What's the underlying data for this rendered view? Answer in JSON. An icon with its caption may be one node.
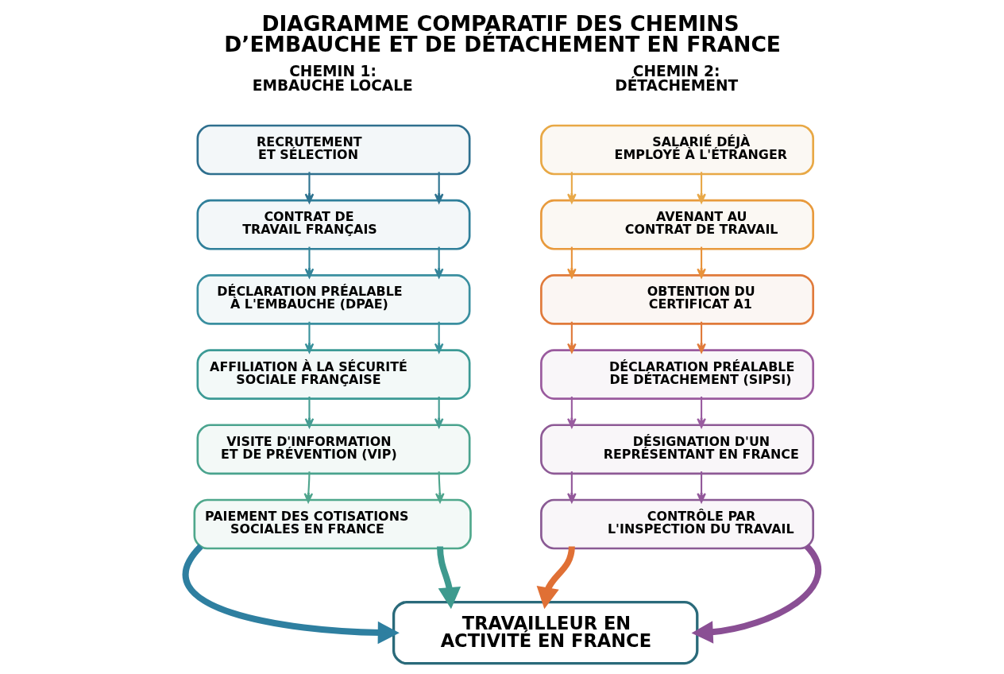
{
  "diagram": {
    "title": "DIAGRAMME COMPARATIF DES CHEMINS D’EMBAUCHE ET DE DÉTACHEMENT EN FRANCE",
    "nodes": [
      {
        "text": [
          "RECRUTEMENT ET SÉLECTION"
        ]
      },
      {
        "text": [
          "CONTRAT DE TRAVAIL FRANÇAIS"
        ]
      },
      {
        "text": [
          "DÉCLARATION PRÉALABLE À L'EMBAUCHE (DPAE)"
        ]
      },
      {
        "text": [
          "AFFILIATION À LA SÉCURITÉ SOCIALE FRANÇAISE"
        ]
      },
      {
        "text": [
          "VISITE D'INFORMATION ET DE PRÉVENTION (VIP)"
        ]
      },
      {
        "text": [
          "PAIEMENT DES COTISATIONS SOCIALES EN FRANCE"
        ]
      },
      {
        "text": [
          "SALARIÉ DÉJÀ EMPLOYÉ À L'ÉTRANGER"
        ]
      },
      {
        "text": [
          "AVENANT AU CONTRAT DE TRAVAIL"
        ]
      },
      {
        "text": [
          "OBTENTION DU CERTIFICAT A1"
        ]
      },
      {
        "text": [
          "DÉCLARATION PRÉALABLE DE DÉTACHEMENT (SIPSI)"
        ]
      },
      {
        "text": [
          "DÉSIGNATION D'UN REPRÉSENTANT EN FRANCE"
        ]
      },
      {
        "text": [
          "CONTRÔLE PAR L'INSPECTION DU TRAVAIL"
        ]
      },
      {
        "text": [
          "TRAVAILLEUR EN ACTIVITÉ EN FRANCE"
        ]
      }
    ],
    "edges": [
      {
        "from": 0,
        "to": 1,
        "arrow": "to",
        "color": "#2e7390"
      },
      {
        "from": 0,
        "to": 1,
        "arrow": "to",
        "color": "#2e7390"
      },
      {
        "from": 1,
        "to": 2,
        "arrow": "to",
        "color": "#338499"
      },
      {
        "from": 1,
        "to": 2,
        "arrow": "to",
        "color": "#338499"
      },
      {
        "from": 2,
        "to": 3,
        "arrow": "to",
        "color": "#3a929c"
      },
      {
        "from": 2,
        "to": 3,
        "arrow": "to",
        "color": "#3a929c"
      },
      {
        "from": 3,
        "to": 4,
        "arrow": "to",
        "color": "#459c92"
      },
      {
        "from": 3,
        "to": 4,
        "arrow": "to",
        "color": "#459c92"
      },
      {
        "from": 4,
        "to": 5,
        "arrow": "to",
        "color": "#4fa58d"
      },
      {
        "from": 4,
        "to": 5,
        "arrow": "to",
        "color": "#4fa58d"
      },
      {
        "from": 6,
        "to": 7,
        "arrow": "to",
        "color": "#e8a848"
      },
      {
        "from": 6,
        "to": 7,
        "arrow": "to",
        "color": "#e8a848"
      },
      {
        "from": 7,
        "to": 8,
        "arrow": "to",
        "color": "#e8923a"
      },
      {
        "from": 7,
        "to": 8,
        "arrow": "to",
        "color": "#e8923a"
      },
      {
        "from": 8,
        "to": 9,
        "arrow": "to",
        "color": "#e07a3a"
      },
      {
        "from": 8,
        "to": 9,
        "arrow": "to",
        "color": "#e07a3a"
      },
      {
        "from": 9,
        "to": 10,
        "arrow": "to",
        "color": "#9a5ca0"
      },
      {
        "from": 9,
        "to": 10,
        "arrow": "to",
        "color": "#9a5ca0"
      },
      {
        "from": 10,
        "to": 11,
        "arrow": "to",
        "color": "#92589a"
      },
      {
        "from": 10,
        "to": 11,
        "arrow": "to",
        "color": "#92589a"
      },
      {
        "from": 5,
        "to": 12,
        "arrow": "to",
        "style": "thick",
        "color": "#2e7fa0"
      },
      {
        "from": 5,
        "to": 12,
        "arrow": "to",
        "style": "thick",
        "color": "#3e9a8e"
      },
      {
        "from": 11,
        "to": 12,
        "arrow": "to",
        "style": "thick",
        "color": "#e07035"
      },
      {
        "from": 11,
        "to": 12,
        "arrow": "to",
        "style": "thick",
        "color": "#8a4f94"
      }
    ],
    "labels": [
      "CHEMIN 1: EMBAUCHE LOCALE",
      "CHEMIN 2: DÉTACHEMENT"
    ]
  }
}
